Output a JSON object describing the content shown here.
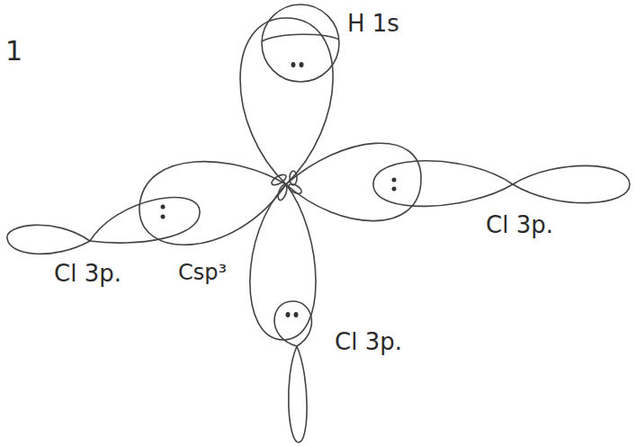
{
  "diagram": {
    "labels": [
      "1",
      "H 1s",
      "Cl 3p.",
      "Cl 3p.",
      "Csp³",
      "Cl 3p."
    ]
  }
}
